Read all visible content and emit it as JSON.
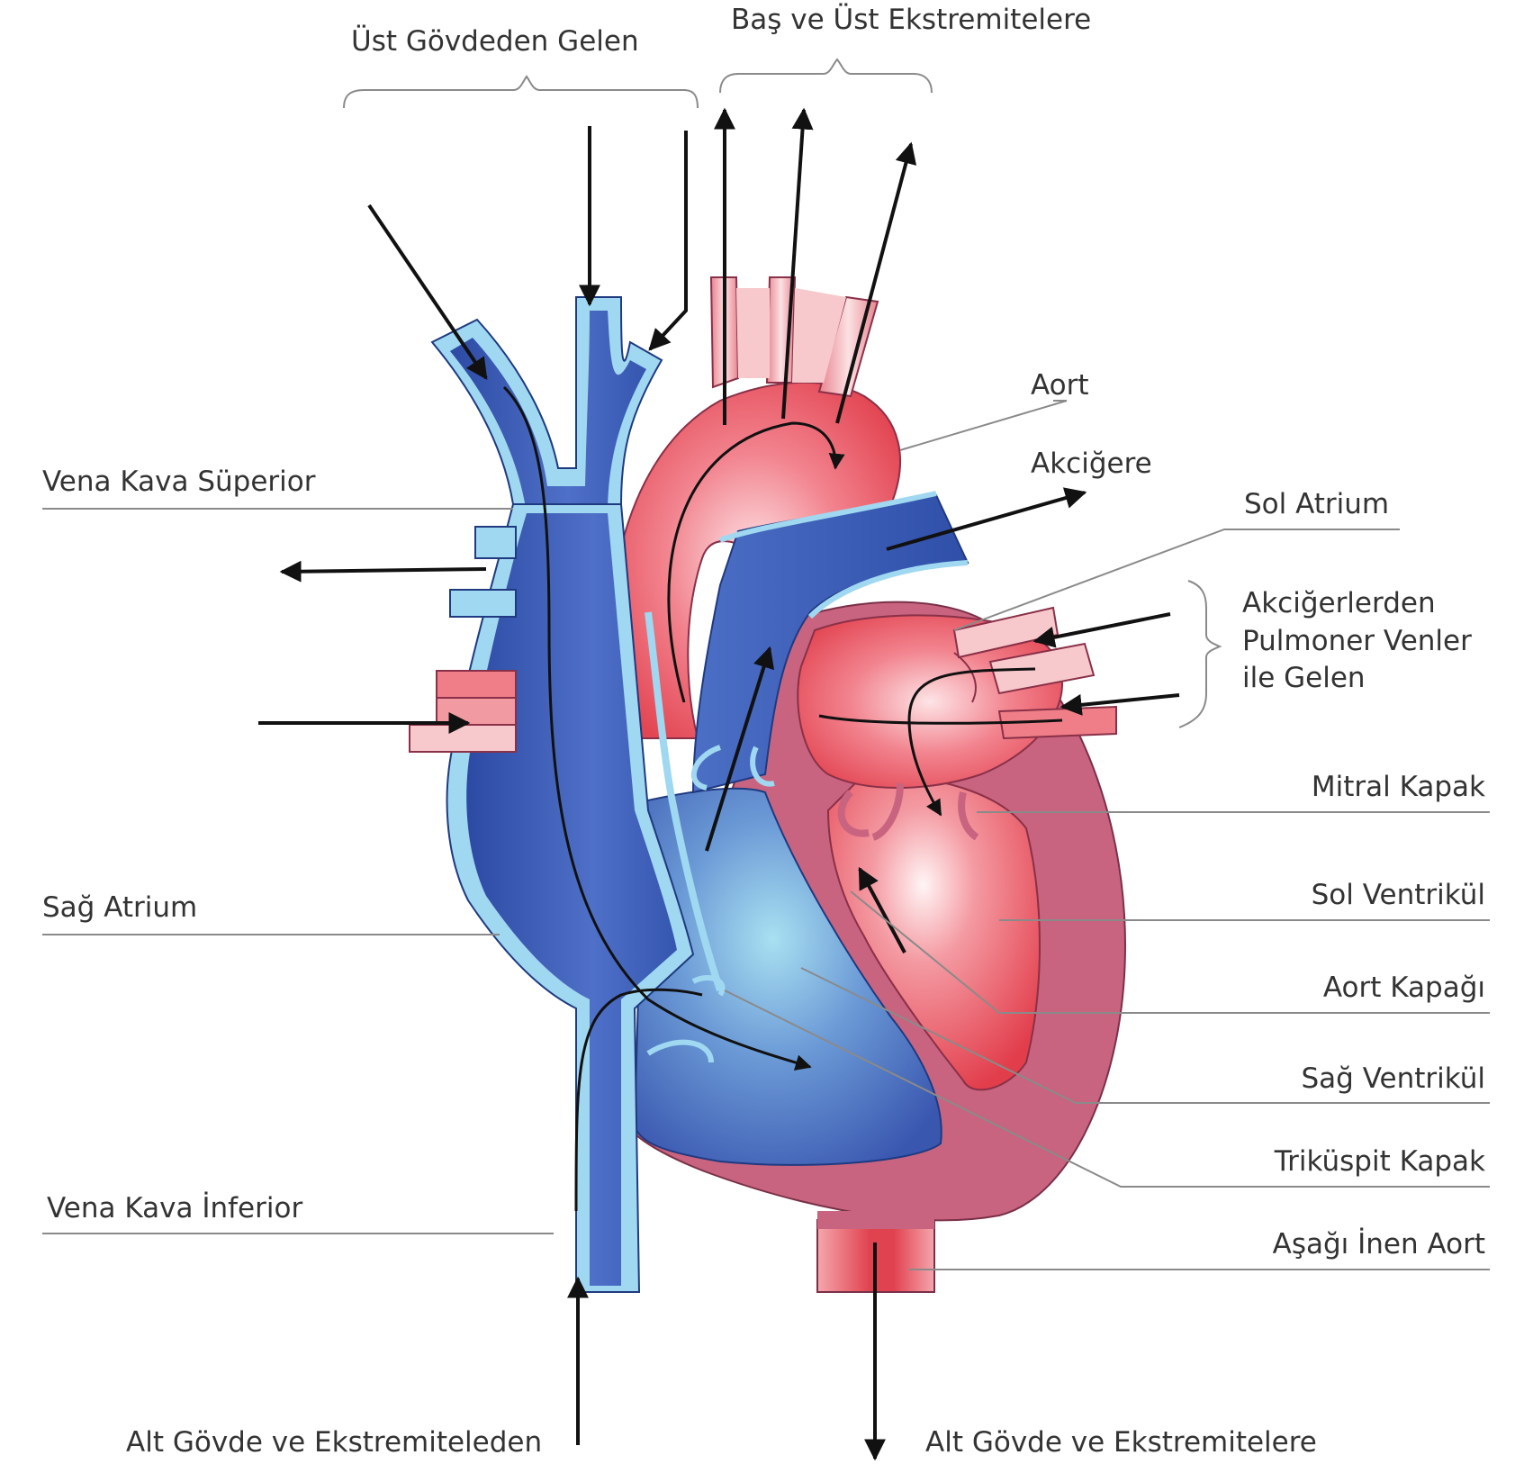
{
  "labels": {
    "ust_govdeden_gelen": "Üst Gövdeden Gelen",
    "bas_ve_ust_ekstremitelere": "Baş ve Üst Ekstremitelere",
    "aort": "Aort",
    "akcigere": "Akciğere",
    "sol_atrium": "Sol Atrium",
    "akcigerlerden_line1": "Akciğerlerden",
    "akcigerlerden_line2": "Pulmoner Venler",
    "akcigerlerden_line3": "ile Gelen",
    "vena_kava_superior": "Vena Kava Süperior",
    "mitral_kapak": "Mitral Kapak",
    "sol_ventrikul": "Sol Ventrikül",
    "sag_atrium": "Sağ Atrium",
    "aort_kapagi": "Aort Kapağı",
    "sag_ventrikul": "Sağ Ventrikül",
    "trikuspit_kapak": "Triküspit Kapak",
    "vena_kava_inferior": "Vena Kava İnferior",
    "asagi_inen_aort": "Aşağı İnen Aort",
    "alt_govde_ve_ekstremiteleden": "Alt Gövde ve Ekstremiteleden",
    "alt_govde_ve_ekstremitelere": "Alt Gövde ve Ekstremitelere"
  },
  "colors": {
    "deoxygenated_dark": "#2f4fa8",
    "deoxygenated_mid": "#4a6cc4",
    "deoxygenated_light": "#8fd0e8",
    "vessel_wall_blue": "#9fd8f0",
    "oxygenated_light": "#f7c9cc",
    "oxygenated_mid": "#ef6b78",
    "oxygenated_dark": "#e0424f",
    "myocardium": "#c8647f",
    "myocardium_dark": "#a84a66",
    "arrow": "#111111",
    "leader_line": "#8a8a8a",
    "text": "#333333"
  }
}
